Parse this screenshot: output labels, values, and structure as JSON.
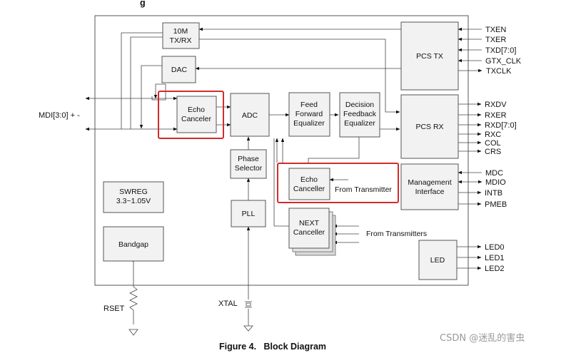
{
  "figure": {
    "caption": "Figure 4.   Block Diagram",
    "header_fragment": "g",
    "watermark": "CSDN @迷乱的害虫"
  },
  "blocks": {
    "tx10m": [
      "10M",
      "TX/RX"
    ],
    "dac": [
      "DAC"
    ],
    "echo1": [
      "Echo",
      "Canceler"
    ],
    "adc": [
      "ADC"
    ],
    "ffe": [
      "Feed",
      "Forward",
      "Equalizer"
    ],
    "dfe": [
      "Decision",
      "Feedback",
      "Equalizer"
    ],
    "pcstx": [
      "PCS TX"
    ],
    "pcsrx": [
      "PCS RX"
    ],
    "phase": [
      "Phase",
      "Selector"
    ],
    "echo2": [
      "Echo",
      "Canceller"
    ],
    "echo2_note": "From Transmitter",
    "mgmt": [
      "Management",
      "Interface"
    ],
    "swreg": [
      "SWREG",
      "3.3~1.05V"
    ],
    "bandgap": [
      "Bandgap"
    ],
    "pll": [
      "PLL"
    ],
    "next": [
      "NEXT",
      "Canceller"
    ],
    "next_note": "From Transmitters",
    "led": [
      "LED"
    ]
  },
  "signals": {
    "mdi": "MDI[3:0] + -",
    "rset": "RSET",
    "xtal": "XTAL",
    "tx": [
      "TXEN",
      "TXER",
      "TXD[7:0]",
      "GTX_CLK",
      "TXCLK"
    ],
    "rx": [
      "RXDV",
      "RXER",
      "RXD[7:0]",
      "RXC",
      "COL",
      "CRS"
    ],
    "mgmt": [
      "MDC",
      "MDIO",
      "INTB",
      "PMEB"
    ],
    "led": [
      "LED0",
      "LED1",
      "LED2"
    ]
  },
  "colors": {
    "highlight": "#d42b2b",
    "block_fill": "#f2f2f2",
    "wire": "#444444"
  }
}
